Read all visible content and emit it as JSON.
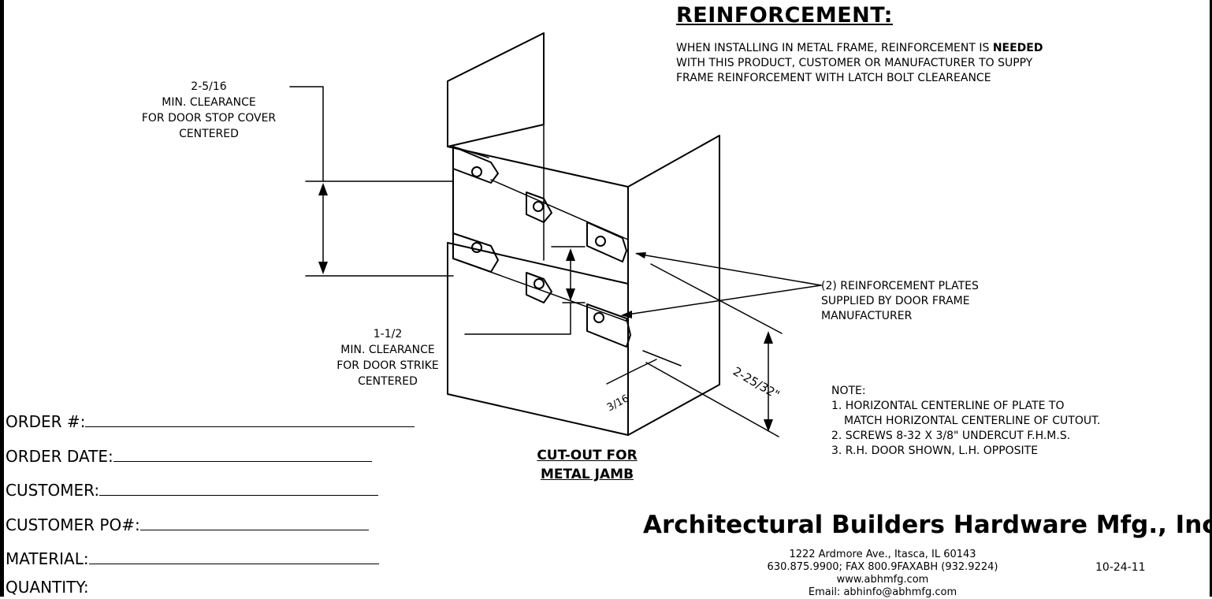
{
  "reinforcement": {
    "title": "REINFORCEMENT:",
    "line1_pre": "WHEN INSTALLING IN METAL FRAME, REINFORCEMENT IS ",
    "line1_bold": "NEEDED",
    "line2": "WITH THIS PRODUCT, CUSTOMER OR MANUFACTURER TO SUPPY",
    "line3": "FRAME REINFORCEMENT WITH LATCH BOLT CLEAREANCE"
  },
  "dimensions": {
    "top": [
      "2-5/16",
      "MIN. CLEARANCE",
      "FOR DOOR STOP COVER",
      "CENTERED"
    ],
    "bottom": [
      "1-1/2",
      "MIN. CLEARANCE",
      "FOR DOOR STRIKE",
      "CENTERED"
    ],
    "depth": "2-25/32\"",
    "lip": "3/16"
  },
  "plates_label": [
    "(2) REINFORCEMENT PLATES",
    "SUPPLIED BY DOOR FRAME",
    "MANUFACTURER"
  ],
  "notes": {
    "heading": "NOTE:",
    "items": [
      "1. HORIZONTAL CENTERLINE OF PLATE TO",
      "   MATCH HORIZONTAL CENTERLINE OF CUTOUT.",
      "2. SCREWS 8-32 X 3/8\" UNDERCUT F.H.M.S.",
      "3. R.H. DOOR SHOWN, L.H. OPPOSITE"
    ]
  },
  "caption": [
    "CUT-OUT FOR",
    "METAL JAMB"
  ],
  "form": {
    "order_no": "ORDER #:",
    "order_date": "ORDER DATE:",
    "customer": "CUSTOMER:",
    "customer_po": "CUSTOMER PO#:",
    "material": "MATERIAL:",
    "quantity": "QUANTITY:"
  },
  "company": {
    "name": "Architectural Builders Hardware Mfg., Inc.",
    "address": "1222 Ardmore Ave., Itasca, IL 60143",
    "phone": "630.875.9900; FAX 800.9FAXABH (932.9224)",
    "web": "www.abhmfg.com",
    "email": "Email: abhinfo@abhmfg.com"
  },
  "revision_date": "10-24-11"
}
